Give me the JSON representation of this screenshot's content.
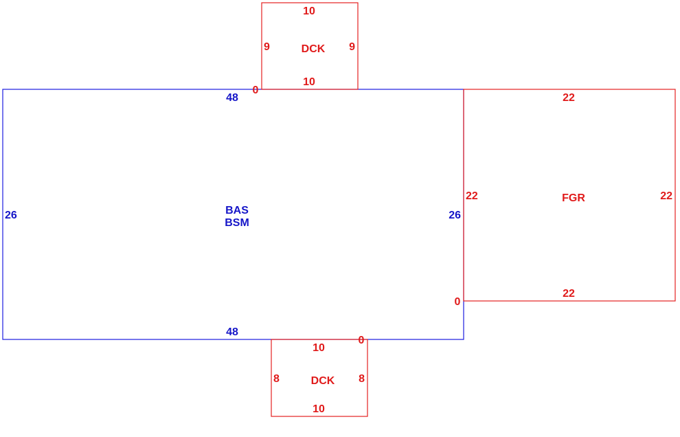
{
  "colors": {
    "main_area": "#1a1ae0",
    "sub_area": "#e42020"
  },
  "areas": {
    "main": {
      "codes": [
        "BAS",
        "BSM"
      ],
      "top": "48",
      "bottom": "48",
      "left": "26",
      "right": "26"
    },
    "deck_top": {
      "code": "DCK",
      "top": "10",
      "bottom": "10",
      "left": "9",
      "right": "9",
      "offset": "0"
    },
    "garage": {
      "code": "FGR",
      "top": "22",
      "bottom": "22",
      "left": "22",
      "right": "22",
      "offset": "0"
    },
    "deck_bottom": {
      "code": "DCK",
      "top": "10",
      "bottom": "10",
      "left": "8",
      "right": "8",
      "offset": "0"
    }
  }
}
